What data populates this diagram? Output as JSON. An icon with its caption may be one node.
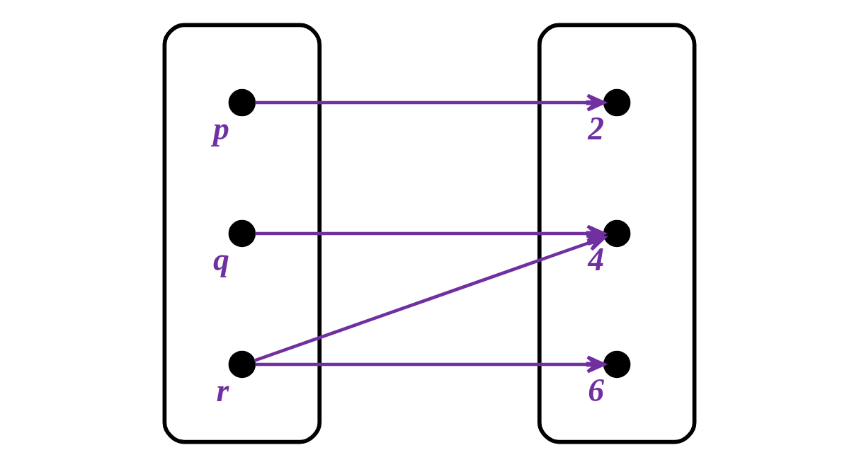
{
  "diagram": {
    "nodes": [
      {
        "text": [],
        "shape": "ellipse"
      },
      {
        "text": [],
        "shape": "circle",
        "beside": [
          "p"
        ],
        "in": 0
      },
      {
        "text": [],
        "shape": "circle",
        "beside": [
          "q"
        ],
        "in": 0
      },
      {
        "text": [],
        "shape": "circle",
        "beside": [
          "r"
        ],
        "in": 0
      },
      {
        "text": [],
        "shape": "ellipse"
      },
      {
        "text": [],
        "shape": "circle",
        "beside": [
          "2"
        ],
        "in": 4
      },
      {
        "text": [],
        "shape": "circle",
        "beside": [
          "4"
        ],
        "in": 4
      },
      {
        "text": [],
        "shape": "circle",
        "beside": [
          "6"
        ],
        "in": 4
      }
    ],
    "edges": [
      {
        "from": 1,
        "to": 5,
        "arrow": "to",
        "color": "#7030a0"
      },
      {
        "from": 2,
        "to": 6,
        "arrow": "to",
        "color": "#7030a0"
      },
      {
        "from": 3,
        "to": 6,
        "arrow": "to",
        "color": "#7030a0"
      },
      {
        "from": 3,
        "to": 7,
        "arrow": "to",
        "color": "#7030a0"
      }
    ]
  }
}
